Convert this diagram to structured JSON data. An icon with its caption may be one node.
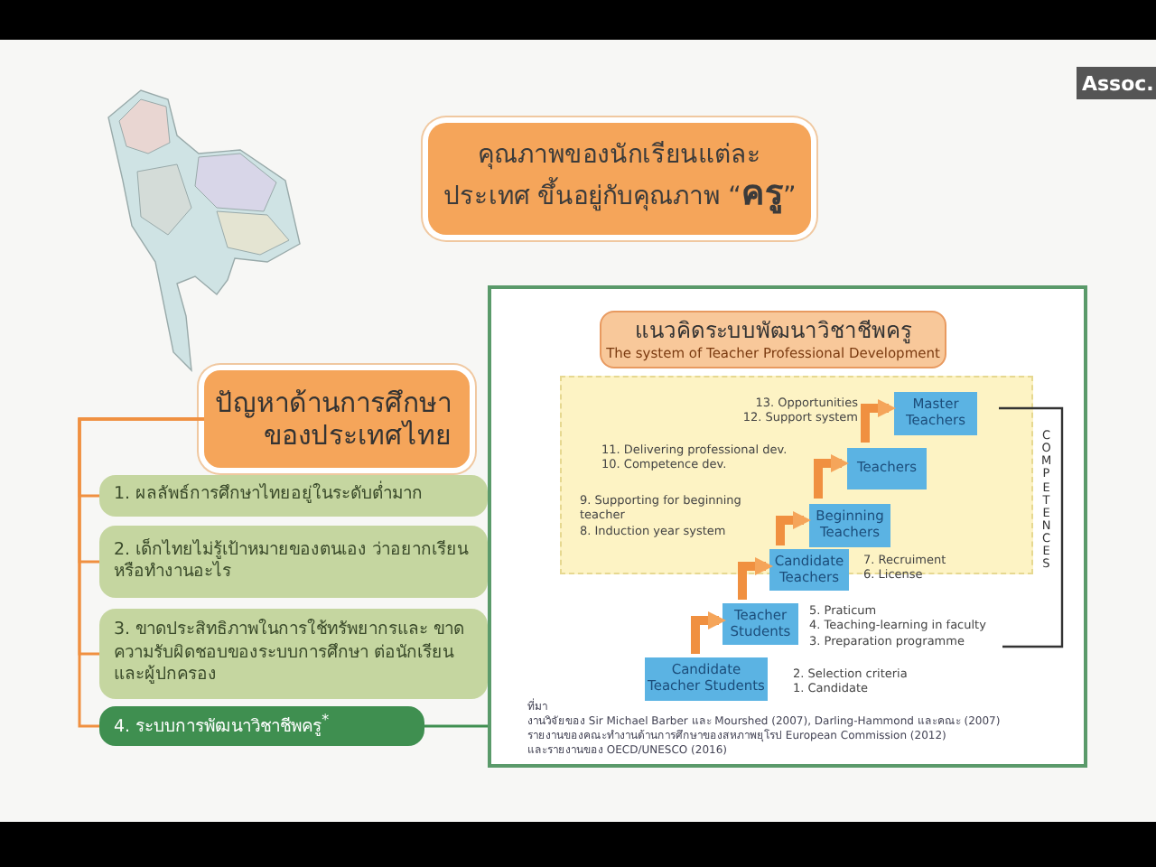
{
  "diagram": {
    "nodes": [
      {
        "text": [
          "คุณภาพของนักเรียนแต่ละประเทศ ขึ้นอยู่กับคุณภาพ “**ครู**”"
        ]
      },
      {
        "text": [
          "ปัญหาด้านการศึกษา ของประเทศไทย"
        ]
      },
      {
        "text": [
          "1. ผลลัพธ์การศึกษาไทยอยู่ในระดับต่ำมาก"
        ]
      },
      {
        "text": [
          "2. เด็กไทยไม่รู้เป้าหมายของตนเอง ว่าอยากเรียนหรือทำงานอะไร"
        ]
      },
      {
        "text": [
          "3. ขาดประสิทธิภาพในการใช้ทรัพยากรและ ขาดความรับผิดชอบของระบบการศึกษา ต่อนักเรียนและผู้ปกครอง"
        ]
      },
      {
        "text": [
          "4. ระบบการพัฒนาวิชาชีพครู$^{*}$"
        ]
      },
      {
        "text": [],
        "shape": "box"
      },
      {
        "text": [
          "แนวคิดระบบพัฒนาวิชาชีพครู",
          "The system of Teacher Professional Development"
        ],
        "in": 6
      },
      {
        "text": [],
        "shape": "box",
        "in": 6
      },
      {
        "text": [
          "Master Teachers"
        ],
        "in": 8,
        "beside": [
          "13. Opportunities",
          "12. Support system"
        ]
      },
      {
        "text": [
          "Teachers"
        ],
        "in": 8,
        "beside": [
          "11. Delivering professional dev.",
          "10. Competence dev."
        ]
      },
      {
        "text": [
          "Beginning Teachers"
        ],
        "in": 8,
        "beside": [
          "9. Supporting for beginning teacher",
          "8. Induction year system"
        ]
      },
      {
        "text": [
          "Candidate Teachers"
        ],
        "in": 6,
        "beside": [
          "7. Recruiment",
          "6. License"
        ]
      },
      {
        "text": [
          "Teacher Students"
        ],
        "in": 6,
        "beside": [
          "5. Praticum",
          "4. Teaching-learning in faculty",
          "3. Preparation programme"
        ]
      },
      {
        "text": [
          "Candidate Teacher Students"
        ],
        "in": 6,
        "beside": [
          "2. Selection criteria",
          "1. Candidate"
        ]
      }
    ],
    "edges": [
      {
        "from": 1,
        "to": 2,
        "arrow": "none"
      },
      {
        "from": 1,
        "to": 3,
        "arrow": "none"
      },
      {
        "from": 1,
        "to": 4,
        "arrow": "none"
      },
      {
        "from": 1,
        "to": 5,
        "arrow": "none"
      },
      {
        "from": 5,
        "to": 6,
        "arrow": "none",
        "color": "#3f8f50"
      },
      {
        "from": 14,
        "to": 13,
        "arrow": "to",
        "style": "thick"
      },
      {
        "from": 13,
        "to": 12,
        "arrow": "to",
        "style": "thick"
      },
      {
        "from": 12,
        "to": 11,
        "arrow": "to",
        "style": "thick"
      },
      {
        "from": 11,
        "to": 10,
        "arrow": "to",
        "style": "thick"
      },
      {
        "from": 10,
        "to": 9,
        "arrow": "to",
        "style": "thick"
      }
    ],
    "labels": [
      "COMPETENCES",
      "ที่มา",
      "งานวิจัยของ Sir Michael Barber และ Mourshed (2007), Darling-Hammond และคณะ (2007)",
      "รายงานของคณะทำงานด้านการศึกษาของสหภาพยุโรป European Commission (2012)",
      "และรายงานของ OECD/UNESCO (2016)",
      "Assoc."
    ]
  }
}
